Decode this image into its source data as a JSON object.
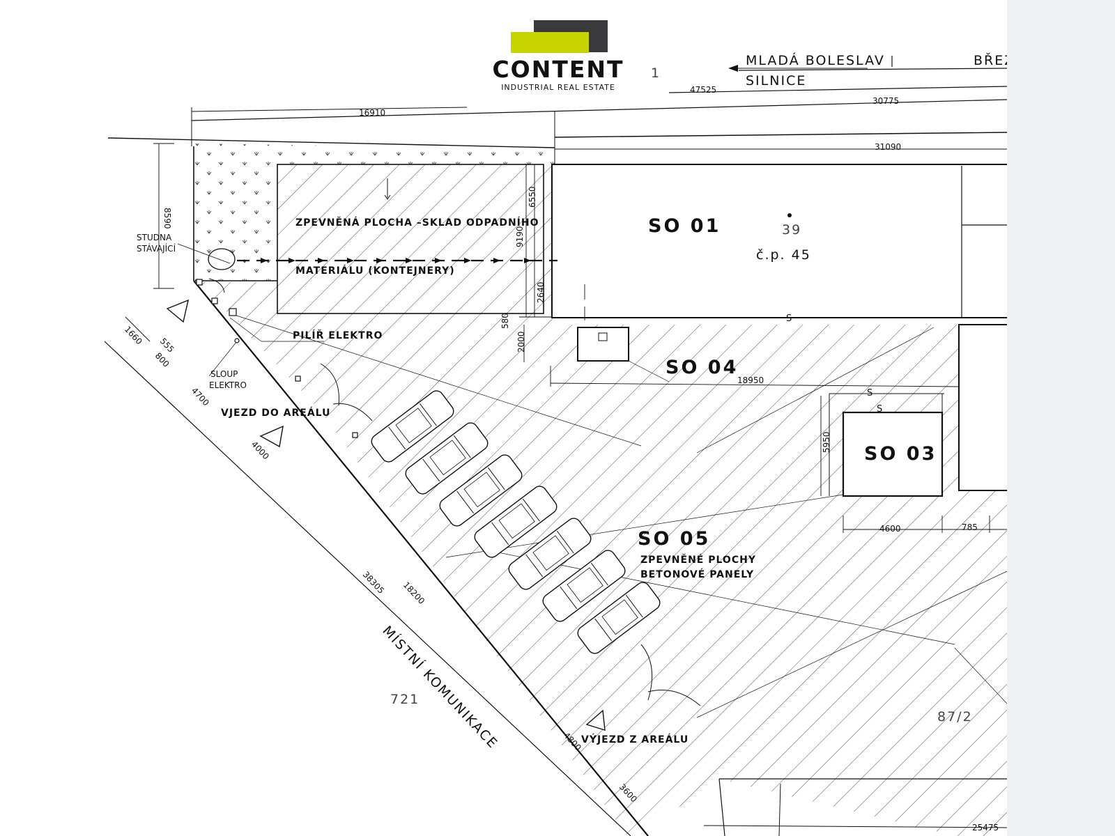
{
  "logo": {
    "brand": "CONTENT",
    "tagline": "INDUSTRIAL REAL ESTATE",
    "accent_color": "#c8d400",
    "dark_color": "#3a3a3c"
  },
  "road_labels": {
    "mlada_boleslav": "MLADÁ BOLESLAV",
    "brez": "BŘEZ",
    "silnice": "SILNICE",
    "mistni_komunikace": "MÍSTNÍ KOMUNIKACE"
  },
  "buildings": {
    "so01": "SO 01",
    "so03": "SO 03",
    "so04": "SO 04",
    "so05": "SO 05",
    "house_number_39": "39",
    "cp": "č.p. 45"
  },
  "labels": {
    "zpevnena_plocha": "ZPEVNĚNÁ PLOCHA –SKLAD ODPADNÍHO",
    "materialu": "MATERIÁLU (KONTEJNERY)",
    "studna_1": "STUDNA",
    "studna_2": "STÁVAJÍCÍ",
    "pilir": "PILÍŘ ELEKTRO",
    "sloup_1": "SLOUP",
    "sloup_2": "ELEKTRO",
    "vjezd": "VJEZD DO AREÁLU",
    "vyjezd": "VÝJEZD Z AREÁLU",
    "zpevnene_plochy": "ZPEVNĚNÉ PLOCHY",
    "betonove_panely": "BETONOVÉ PANELY",
    "s_mark": "S"
  },
  "parcels": {
    "p721": "721",
    "p87_2": "87/2",
    "p1": "1"
  },
  "dimensions": {
    "d47525": "47525",
    "d30775": "30775",
    "d16910": "16910",
    "d31090": "31090",
    "d8590": "8590",
    "d6550": "6550",
    "d9190": "9190",
    "d2640": "2640",
    "d580": "580",
    "d2000": "2000",
    "d18950": "18950",
    "d5950": "5950",
    "d4600": "4600",
    "d785": "785",
    "d1660": "1660",
    "d555": "555",
    "d800": "800",
    "d4700": "4700",
    "d4000": "4000",
    "d38305": "38305",
    "d18200": "18200",
    "d4800": "4800",
    "d3600": "3600",
    "d25475": "25475"
  }
}
